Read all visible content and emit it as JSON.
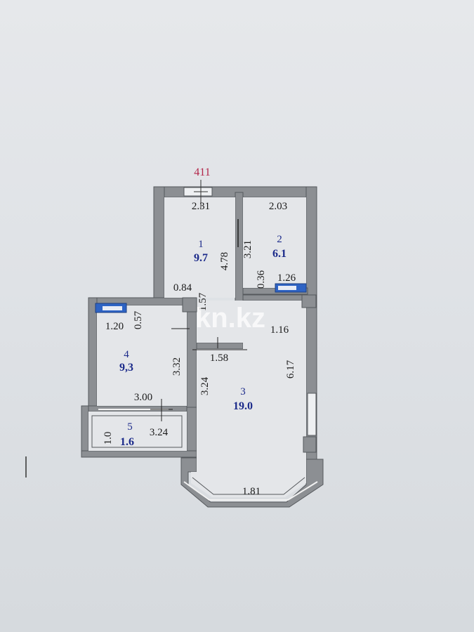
{
  "apartment_number": "411",
  "watermark": "kn.kz",
  "rooms": [
    {
      "number": "1",
      "area": "9.7"
    },
    {
      "number": "2",
      "area": "6.1"
    },
    {
      "number": "3",
      "area": "19.0"
    },
    {
      "number": "4",
      "area": "9,3"
    },
    {
      "number": "5",
      "area": "1.6"
    }
  ],
  "dimensions": {
    "room1_width": "2.31",
    "room1_length": "4.78",
    "room2_width": "2.03",
    "room2_length": "3.21",
    "room2_small": "0.36",
    "room2_window": "1.26",
    "corridor_step": "0.84",
    "corridor_vertical": "1.57",
    "corridor_width": "1.58",
    "corridor_length": "1.16",
    "room4_window": "1.20",
    "room4_small": "0.57",
    "room4_length": "3.32",
    "room4_width": "3.00",
    "room3_length": "6.17",
    "room3_left": "3.24",
    "room3_bay": "1.81",
    "balcony_length": "3.24",
    "balcony_width": "1.0"
  },
  "colors": {
    "wall": "#8c8f93",
    "wall_edge": "#55585c",
    "window": "#2e63c4",
    "room_number": "#1b2a8a",
    "apartment_number": "#b3264a"
  }
}
